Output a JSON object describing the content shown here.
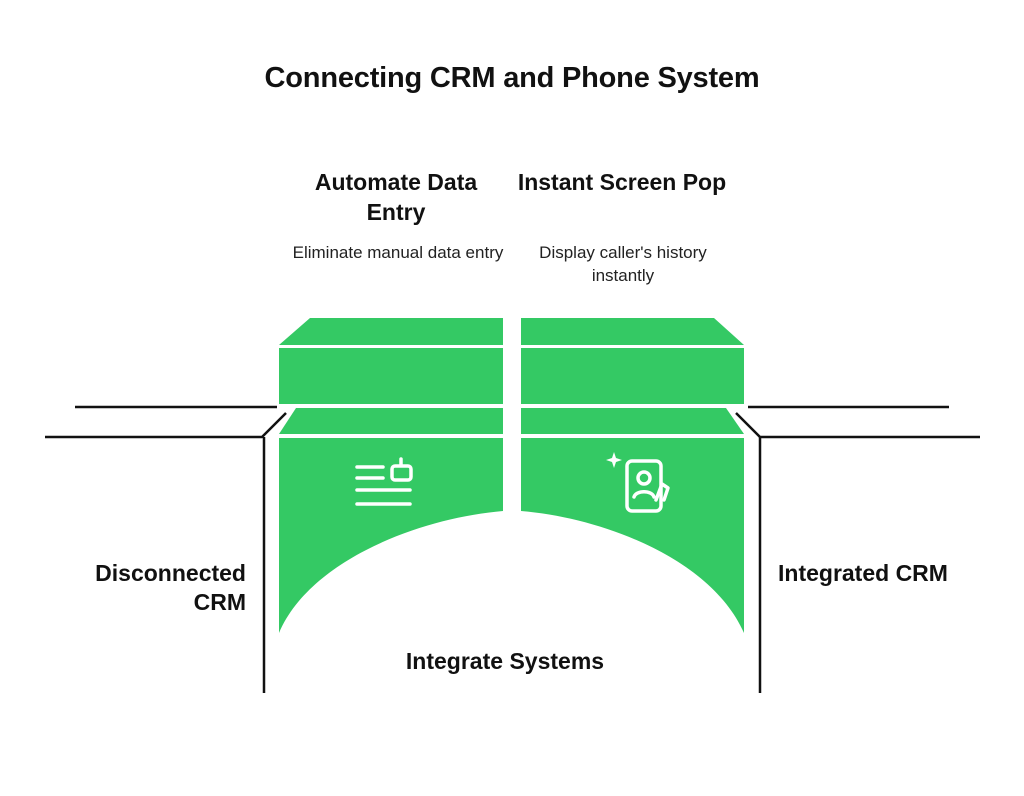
{
  "title": "Connecting CRM and Phone System",
  "steps": [
    {
      "heading": "Automate Data Entry",
      "description": "Eliminate manual data entry",
      "icon": "robot-form-icon"
    },
    {
      "heading": "Instant Screen Pop",
      "description": "Display caller's history instantly",
      "icon": "phone-contact-icon"
    }
  ],
  "left_label": "Disconnected CRM",
  "right_label": "Integrated CRM",
  "bottom_label": "Integrate Systems",
  "colors": {
    "green": "#34C964",
    "line": "#111111",
    "text": "#111111"
  }
}
